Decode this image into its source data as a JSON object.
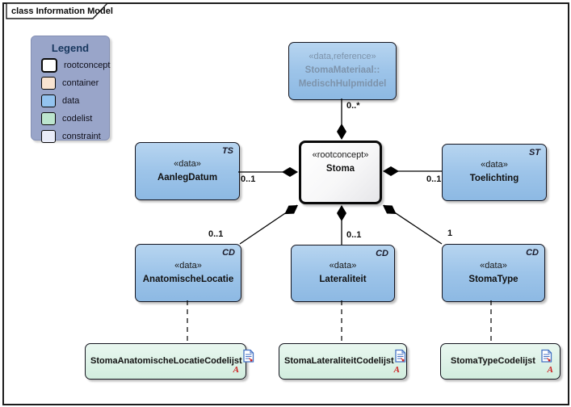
{
  "frame": {
    "label": "class Information Model"
  },
  "legend": {
    "title": "Legend",
    "items": [
      {
        "label": "rootconcept",
        "swatch": "#ffffff",
        "thick": true
      },
      {
        "label": "container",
        "swatch": "#f8e3d1",
        "thick": false
      },
      {
        "label": "data",
        "swatch": "#93c3ef",
        "thick": false
      },
      {
        "label": "codelist",
        "swatch": "#bce5ce",
        "thick": false
      },
      {
        "label": "constraint",
        "swatch": "#e9ecf9",
        "thick": false
      }
    ]
  },
  "nodes": {
    "stomamateriaal": {
      "stereotype": "«data,reference»",
      "name1": "StomaMateriaal::",
      "name2": "MedischHulpmiddel"
    },
    "stoma": {
      "stereotype": "«rootconcept»",
      "name": "Stoma"
    },
    "aanlegdatum": {
      "stereotype": "«data»",
      "name": "AanlegDatum",
      "tag": "TS"
    },
    "toelichting": {
      "stereotype": "«data»",
      "name": "Toelichting",
      "tag": "ST"
    },
    "anatomischelocatie": {
      "stereotype": "«data»",
      "name": "AnatomischeLocatie",
      "tag": "CD"
    },
    "lateraliteit": {
      "stereotype": "«data»",
      "name": "Lateraliteit",
      "tag": "CD"
    },
    "stomatype": {
      "stereotype": "«data»",
      "name": "StomaType",
      "tag": "CD"
    }
  },
  "codelists": [
    {
      "name": "StomaAnatomischeLocatieCodelijst",
      "marker": "A"
    },
    {
      "name": "StomaLateraliteitCodelijst",
      "marker": "A"
    },
    {
      "name": "StomaTypeCodelijst",
      "marker": "A"
    }
  ],
  "multiplicities": {
    "stomamateriaal": "0..*",
    "aanlegdatum": "0..1",
    "toelichting": "0..1",
    "anatomischelocatie": "0..1",
    "lateraliteit": "0..1",
    "stomatype": "1"
  },
  "colors": {
    "data_fill_top": "#b7d5f0",
    "data_fill_bottom": "#8db9e3",
    "codelist_fill_top": "#e9f7f0",
    "codelist_fill_bottom": "#d2edde",
    "legend_bg": "#99a5c9",
    "legend_title": "#17375e",
    "reference_text": "#7d93ab",
    "marker_red": "#cc2020",
    "doc_icon_blue": "#4472c4",
    "line": "#000000"
  }
}
